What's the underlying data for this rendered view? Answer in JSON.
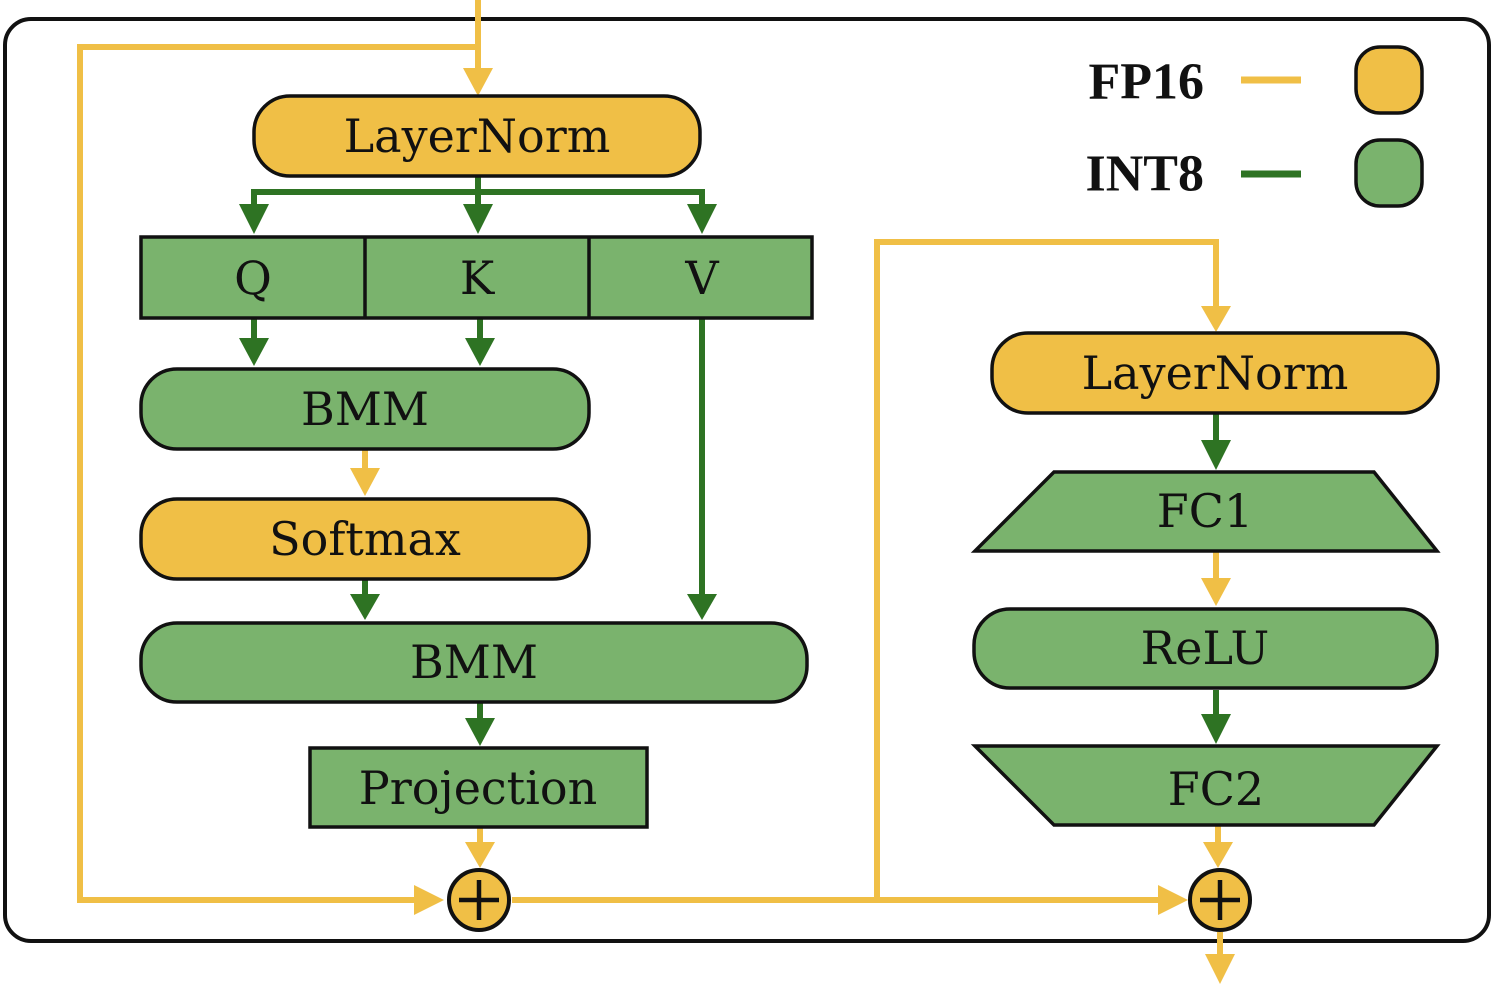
{
  "colors": {
    "fp16": "#f0bf46",
    "int8": "#2e7323",
    "green_fill": "#7ab36d",
    "outline": "#111111"
  },
  "legend": [
    {
      "label": "FP16",
      "color": "#f0bf46"
    },
    {
      "label": "INT8",
      "color": "#2e7323"
    }
  ],
  "attention": {
    "layernorm": "LayerNorm",
    "q": "Q",
    "k": "K",
    "v": "V",
    "bmm1": "BMM",
    "softmax": "Softmax",
    "bmm2": "BMM",
    "projection": "Projection"
  },
  "ffn": {
    "layernorm": "LayerNorm",
    "fc1": "FC1",
    "relu": "ReLU",
    "fc2": "FC2"
  }
}
